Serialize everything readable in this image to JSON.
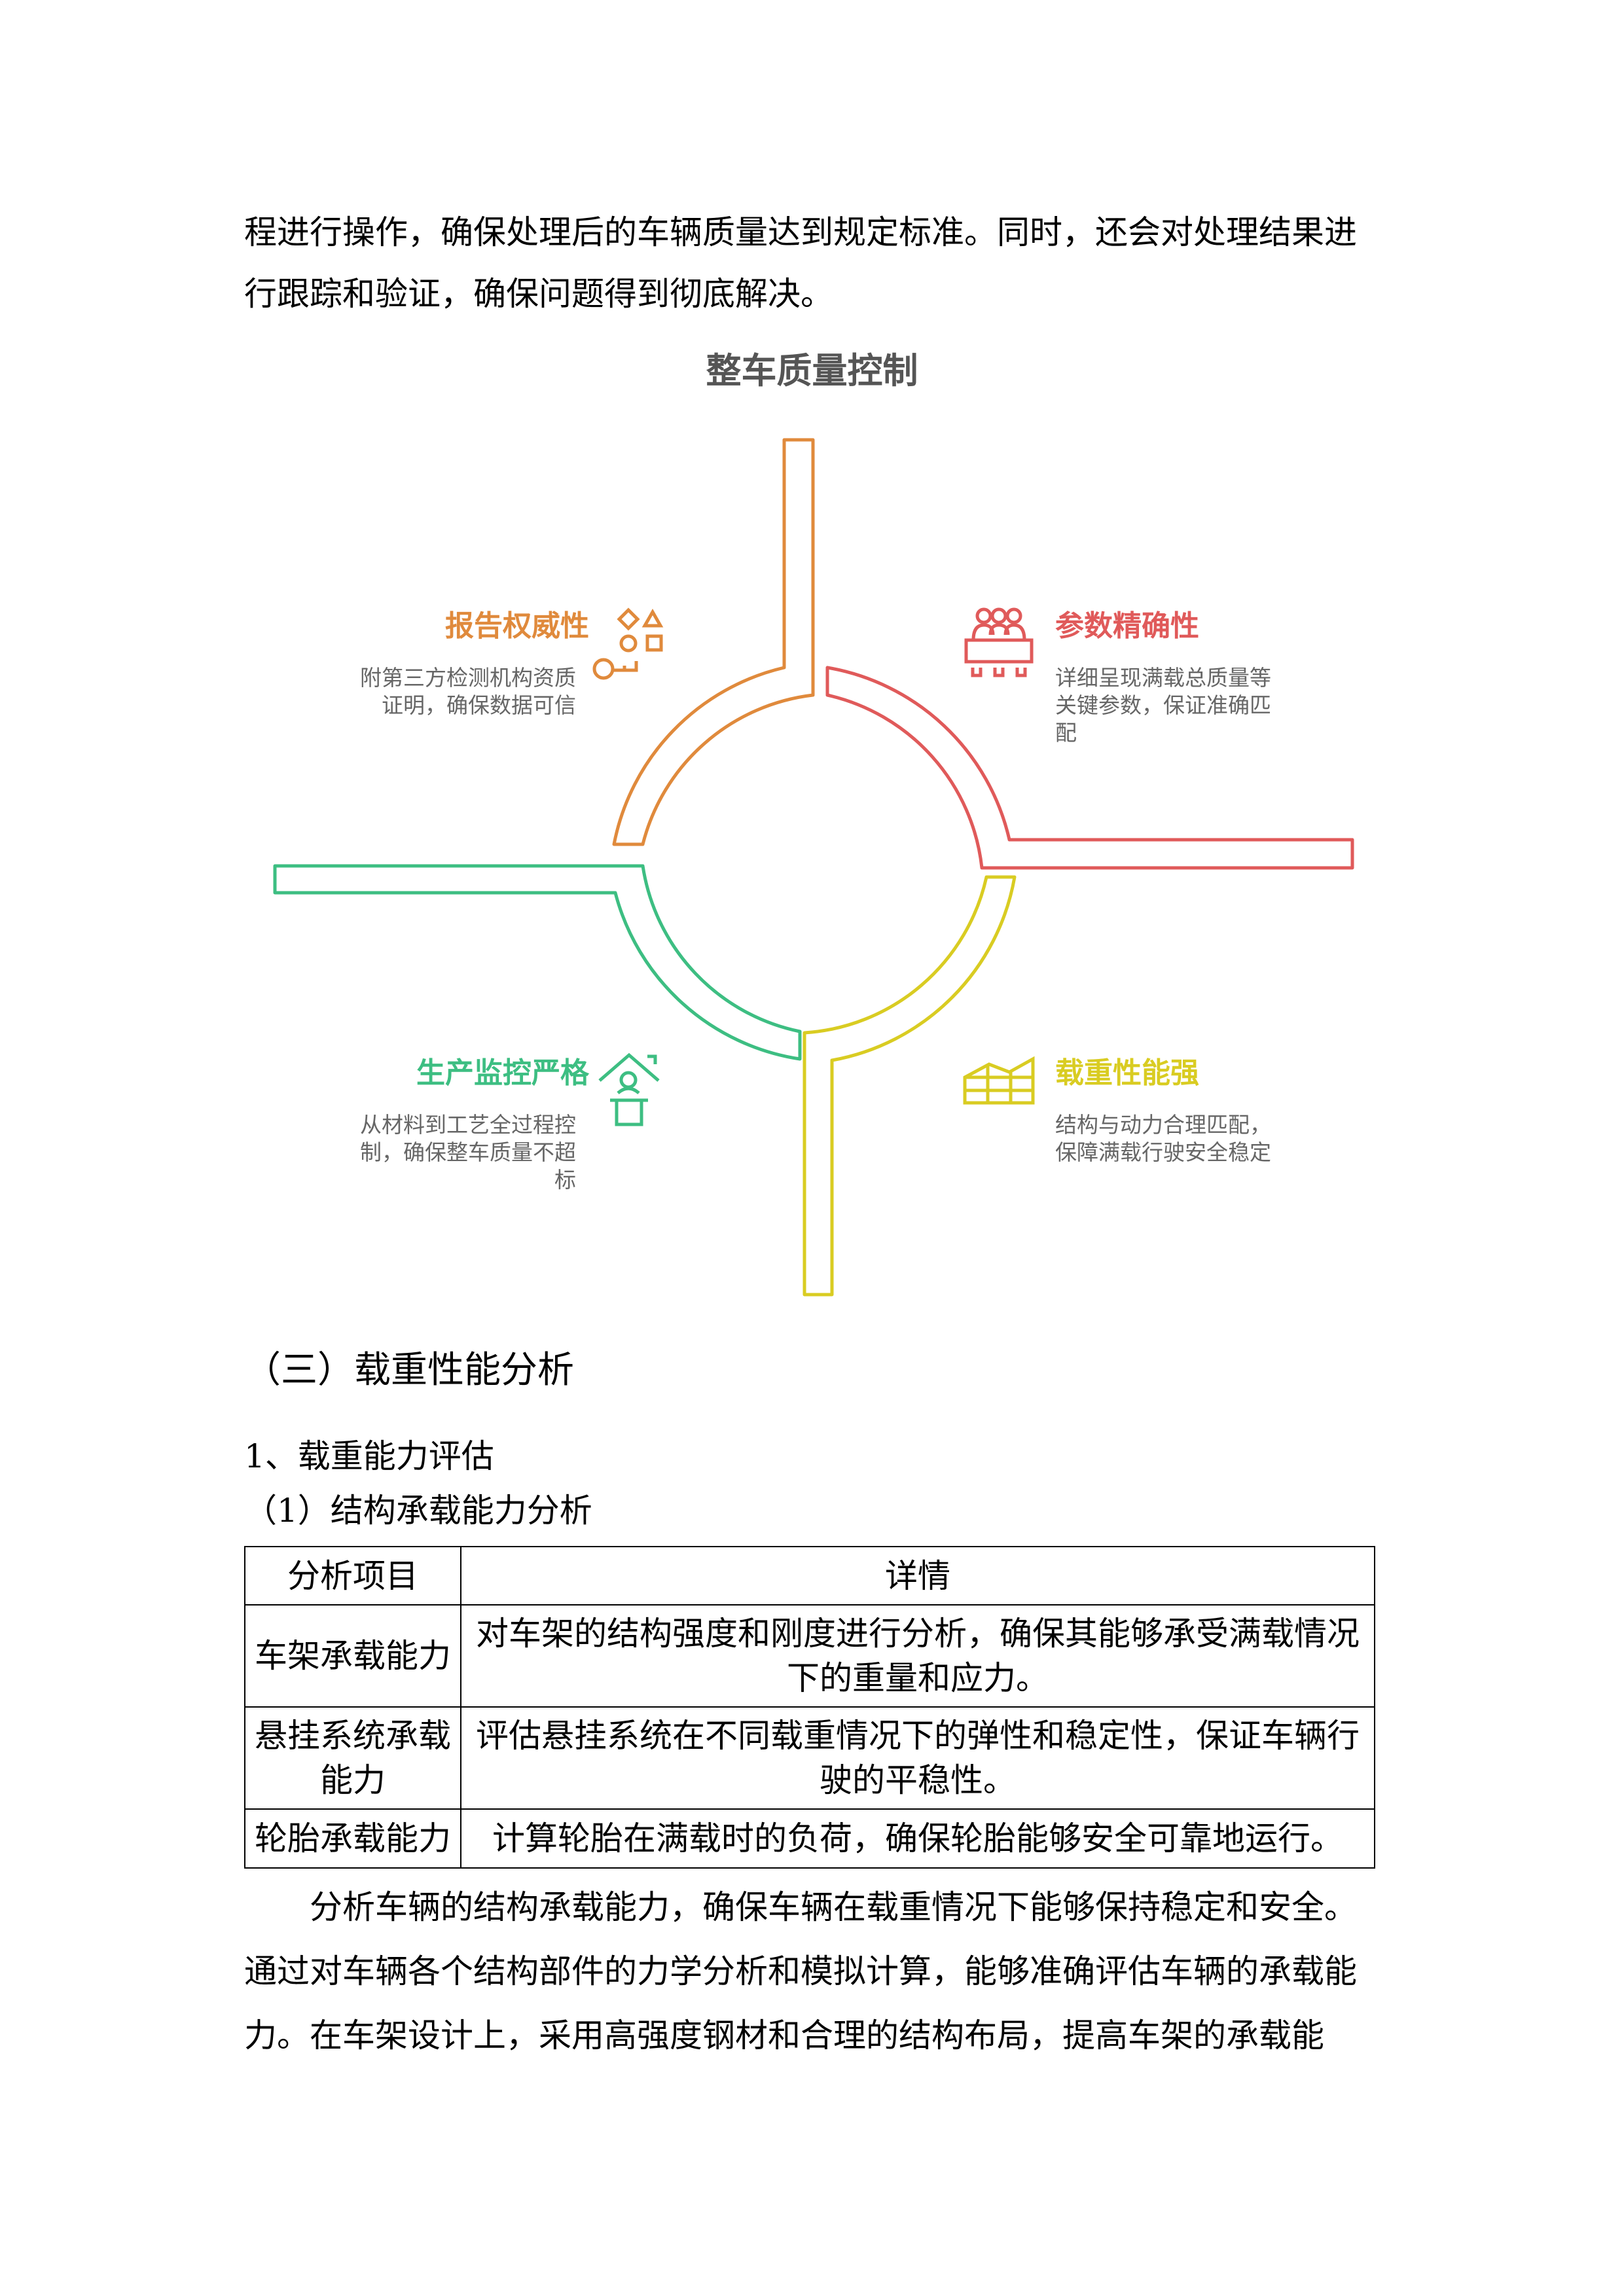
{
  "intro_paragraph": {
    "lines": [
      "程进行操作，确保处理后的车辆质量达到规定标准。同时，还会对处理结果进",
      "行跟踪和验证，确保问题得到彻底解决。"
    ]
  },
  "diagram": {
    "title": "整车质量控制",
    "colors": {
      "orange": "#E08A3C",
      "red": "#E05A5A",
      "green": "#3DBE82",
      "yellow": "#D9CC22",
      "desc_text": "#666666",
      "title_text": "#555555"
    },
    "quadrants": [
      {
        "position": "top-left",
        "title": "报告权威性",
        "icon": "shapes-key-icon",
        "color": "#E08A3C",
        "description_lines": [
          "附第三方检测机构资质",
          "证明，确保数据可信"
        ]
      },
      {
        "position": "top-right",
        "title": "参数精确性",
        "icon": "group-table-icon",
        "color": "#E05A5A",
        "description_lines": [
          "详细呈现满载总质量等",
          "关键参数，保证准确匹",
          "配"
        ]
      },
      {
        "position": "bottom-left",
        "title": "生产监控严格",
        "icon": "house-person-icon",
        "color": "#3DBE82",
        "description_lines": [
          "从材料到工艺全过程控",
          "制，确保整车质量不超",
          "标"
        ]
      },
      {
        "position": "bottom-right",
        "title": "载重性能强",
        "icon": "factory-grid-icon",
        "color": "#D9CC22",
        "description_lines": [
          "结构与动力合理匹配，",
          "保障满载行驶安全稳定"
        ]
      }
    ]
  },
  "section": {
    "heading": "（三）载重性能分析",
    "sub1": "1、载重能力评估",
    "sub2": "（1）结构承载能力分析"
  },
  "table": {
    "headers": [
      "分析项目",
      "详情"
    ],
    "rows": [
      {
        "item": "车架承载能力",
        "detail": "对车架的结构强度和刚度进行分析，确保其能够承受满载情况下的重量和应力。"
      },
      {
        "item": "悬挂系统承载能力",
        "detail": "评估悬挂系统在不同载重情况下的弹性和稳定性，保证车辆行驶的平稳性。"
      },
      {
        "item": "轮胎承载能力",
        "detail": "计算轮胎在满载时的负荷，确保轮胎能够安全可靠地运行。"
      }
    ]
  },
  "closing_paragraph": {
    "lines": [
      "分析车辆的结构承载能力，确保车辆在载重情况下能够保持稳定和安全。",
      "通过对车辆各个结构部件的力学分析和模拟计算，能够准确评估车辆的承载能",
      "力。在车架设计上，采用高强度钢材和合理的结构布局，提高车架的承载能"
    ]
  }
}
